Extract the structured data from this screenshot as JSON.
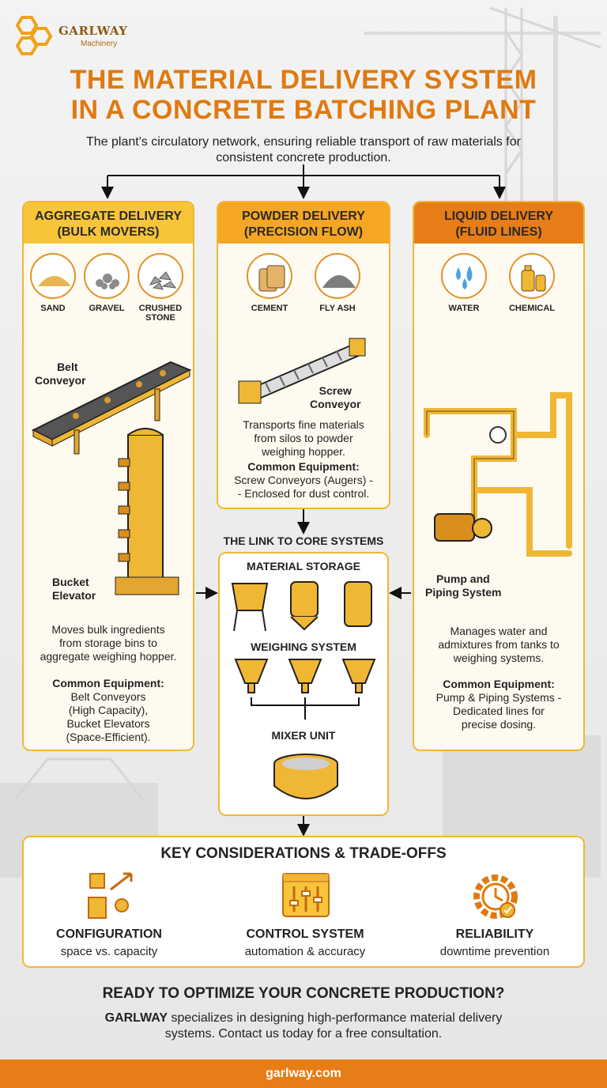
{
  "brand": {
    "name": "GARLWAY",
    "sub": "Machinery"
  },
  "title_line1": "THE MATERIAL DELIVERY SYSTEM",
  "title_line2": "IN A CONCRETE BATCHING PLANT",
  "subtitle": "The plant's circulatory network, ensuring reliable transport of raw materials for consistent concrete production.",
  "aggregate": {
    "title_line1": "AGGREGATE DELIVERY",
    "title_line2": "(BULK MOVERS)",
    "materials": [
      "SAND",
      "GRAVEL",
      "CRUSHED",
      "STONE"
    ],
    "equipment1_line1": "Belt",
    "equipment1_line2": "Conveyor",
    "equipment2_line1": "Bucket",
    "equipment2_line2": "Elevator",
    "desc_lines": [
      "Moves bulk ingredients",
      "from storage bins to",
      "aggregate weighing hopper."
    ],
    "common_label": "Common Equipment:",
    "common_lines": [
      "Belt Conveyors",
      "(High Capacity),",
      "Bucket Elevators",
      "(Space-Efficient)."
    ]
  },
  "powder": {
    "title_line1": "POWDER DELIVERY",
    "title_line2": "(PRECISION FLOW)",
    "materials": [
      "CEMENT",
      "FLY ASH"
    ],
    "equipment_line1": "Screw",
    "equipment_line2": "Conveyor",
    "desc_lines": [
      "Transports fine materials",
      "from silos to powder",
      "weighing hopper."
    ],
    "common_label": "Common Equipment:",
    "common_lines": [
      "Screw Conveyors (Augers) -",
      "- Enclosed for dust control."
    ]
  },
  "liquid": {
    "title_line1": "LIQUID DELIVERY",
    "title_line2": "(FLUID LINES)",
    "materials": [
      "WATER",
      "CHEMICAL"
    ],
    "equipment_line1": "Pump and",
    "equipment_line2": "Piping System",
    "desc_lines": [
      "Manages water and",
      "admixtures from tanks to",
      "weighing systems."
    ],
    "common_label": "Common Equipment:",
    "common_lines": [
      "Pump & Piping Systems -",
      "Dedicated lines for",
      "precise dosing."
    ]
  },
  "core": {
    "link_label": "THE LINK TO CORE SYSTEMS",
    "storage": "MATERIAL STORAGE",
    "weighing": "WEIGHING SYSTEM",
    "mixer": "MIXER UNIT"
  },
  "considerations": {
    "title": "KEY CONSIDERATIONS & TRADE-OFFS",
    "items": [
      {
        "name": "CONFIGURATION",
        "desc": "space vs. capacity",
        "icon": "configuration-icon"
      },
      {
        "name": "CONTROL SYSTEM",
        "desc": "automation & accuracy",
        "icon": "control-panel-icon"
      },
      {
        "name": "RELIABILITY",
        "desc": "downtime prevention",
        "icon": "reliability-gear-icon"
      }
    ]
  },
  "cta": {
    "title": "READY TO OPTIMIZE YOUR CONCRETE PRODUCTION?",
    "text_lead": "GARLWAY",
    "text_line1": " specializes in designing high-performance material delivery",
    "text_line2": "systems. Contact us today for a free consultation."
  },
  "footer": "garlway.com",
  "colors": {
    "orange": "#e07a10",
    "gold": "#f0b735",
    "amber": "#f5a623",
    "footer": "#e67d17"
  }
}
